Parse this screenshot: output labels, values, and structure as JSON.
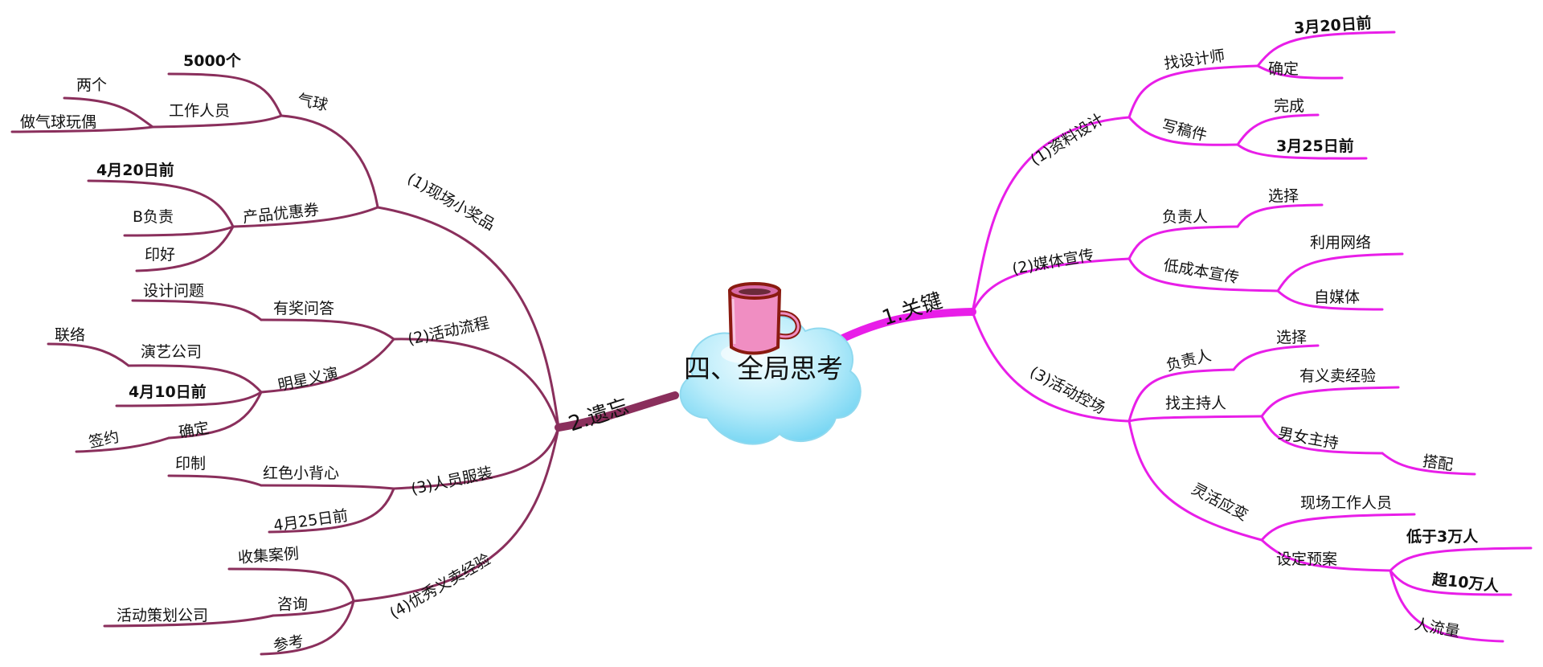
{
  "center": {
    "label": "四、全局思考",
    "icon": "mug-icon"
  },
  "colors": {
    "right": "#e81ee8",
    "left": "#8a2f5c",
    "cloud": "#aee6f7",
    "mug": "#f08ec2"
  },
  "right": {
    "label": "1.关键",
    "branches": [
      {
        "label": "(1)资料设计",
        "children": [
          {
            "label": "找设计师",
            "children": [
              "3月20日前",
              "确定"
            ]
          },
          {
            "label": "写稿件",
            "children": [
              "完成",
              "3月25日前"
            ]
          }
        ]
      },
      {
        "label": "(2)媒体宣传",
        "children": [
          {
            "label": "负责人",
            "children": [
              "选择"
            ]
          },
          {
            "label": "低成本宣传",
            "children": [
              "利用网络",
              "自媒体"
            ]
          }
        ]
      },
      {
        "label": "(3)活动控场",
        "children": [
          {
            "label": "负责人",
            "children": [
              "选择"
            ]
          },
          {
            "label": "找主持人",
            "children": [
              "有义卖经验",
              "男女主持",
              "搭配"
            ]
          },
          {
            "label": "灵活应变",
            "children": [
              "现场工作人员",
              "设定预案",
              "低于3万人",
              "超10万人",
              "人流量"
            ]
          }
        ]
      }
    ]
  },
  "left": {
    "label": "2.遗忘",
    "branches": [
      {
        "label": "(1)现场小奖品",
        "children": [
          {
            "label": "气球",
            "children": [
              "5000个",
              "工作人员",
              "两个",
              "做气球玩偶"
            ]
          },
          {
            "label": "产品优惠券",
            "children": [
              "4月20日前",
              "B负责",
              "印好"
            ]
          }
        ]
      },
      {
        "label": "(2)活动流程",
        "children": [
          {
            "label": "有奖问答",
            "children": [
              "设计问题"
            ]
          },
          {
            "label": "明星义演",
            "children": [
              "演艺公司",
              "联络",
              "4月10日前",
              "确定",
              "签约"
            ]
          }
        ]
      },
      {
        "label": "(3)人员服装",
        "children": [
          {
            "label": "红色小背心",
            "children": [
              "印制"
            ]
          },
          {
            "label": "4月25日前",
            "children": []
          }
        ]
      },
      {
        "label": "(4)优秀义卖经验",
        "children": [
          {
            "label": "收集案例",
            "children": []
          },
          {
            "label": "咨询",
            "children": [
              "活动策划公司"
            ]
          },
          {
            "label": "参考",
            "children": []
          }
        ]
      }
    ]
  }
}
